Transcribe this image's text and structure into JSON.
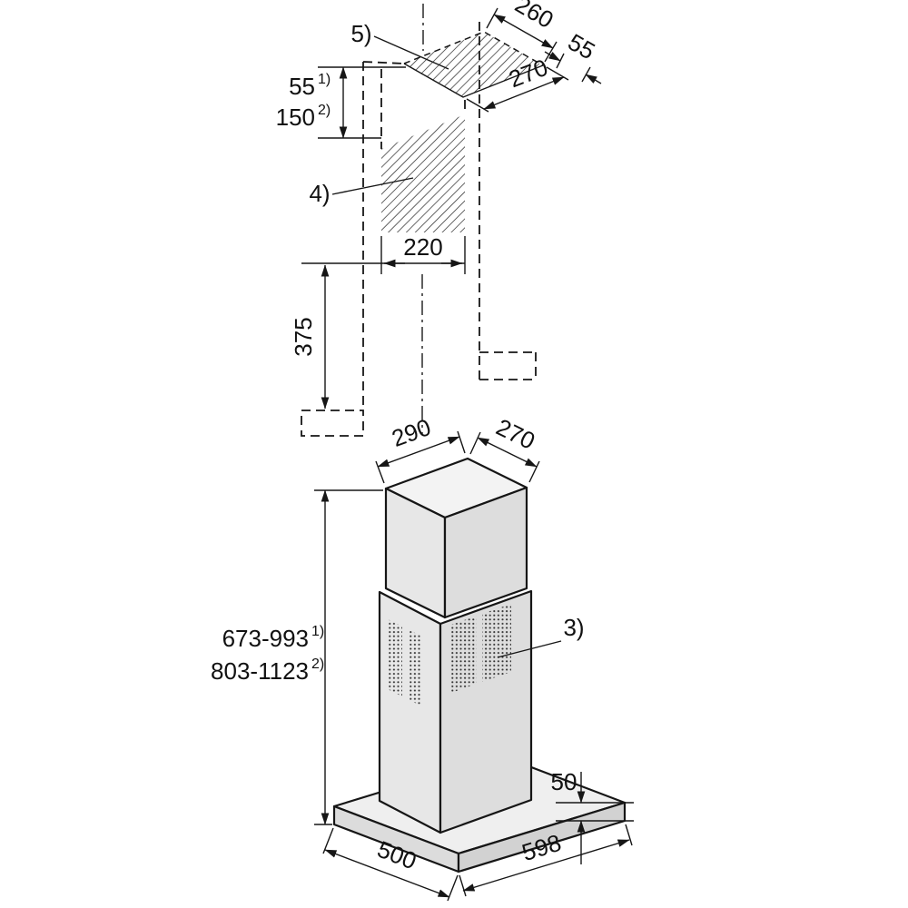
{
  "diagram": {
    "callouts": {
      "duct_opening": "5)",
      "wall_cutout": "4)",
      "vent_grille": "3)"
    },
    "wall_template": {
      "dim_depth": "260",
      "dim_offset": "55",
      "dim_width": "270",
      "clearance_value": "55",
      "clearance_note": "1)",
      "clearance_alt_value": "150",
      "clearance_alt_note": "2)",
      "dim_cutout_width": "220",
      "dim_drop": "375"
    },
    "hood": {
      "dim_chimney_depth": "290",
      "dim_chimney_width": "270",
      "height_value": "673-993",
      "height_note": "1)",
      "height_alt_value": "803-1123",
      "height_alt_note": "2)",
      "dim_canopy_thickness": "50",
      "dim_canopy_depth": "500",
      "dim_canopy_width": "598"
    }
  }
}
